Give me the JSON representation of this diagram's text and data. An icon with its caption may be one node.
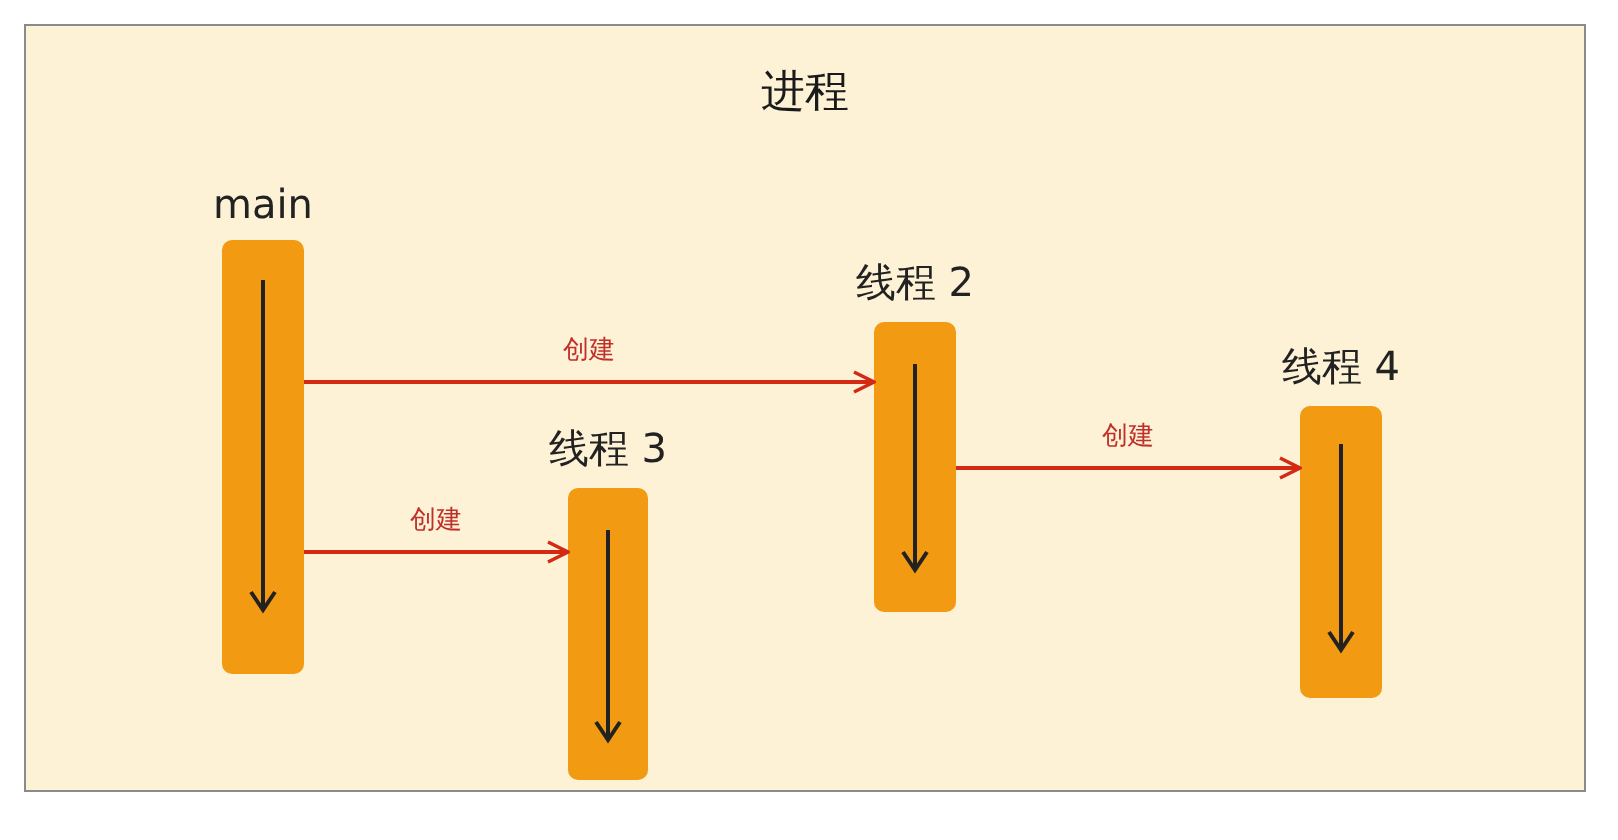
{
  "diagram": {
    "nodes": [
      {
        "text": [
          "进程"
        ]
      },
      {
        "text": [
          "main"
        ],
        "in": 0
      },
      {
        "text": [
          "线程 2"
        ],
        "in": 0
      },
      {
        "text": [
          "线程 3"
        ],
        "in": 0
      },
      {
        "text": [
          "线程 4"
        ],
        "in": 0
      }
    ],
    "edges": [
      {
        "from": 1,
        "to": 2,
        "arrow": "to",
        "label": "创建"
      },
      {
        "from": 1,
        "to": 3,
        "arrow": "to",
        "label": "创建"
      },
      {
        "from": 2,
        "to": 4,
        "arrow": "to",
        "label": "创建"
      }
    ]
  }
}
